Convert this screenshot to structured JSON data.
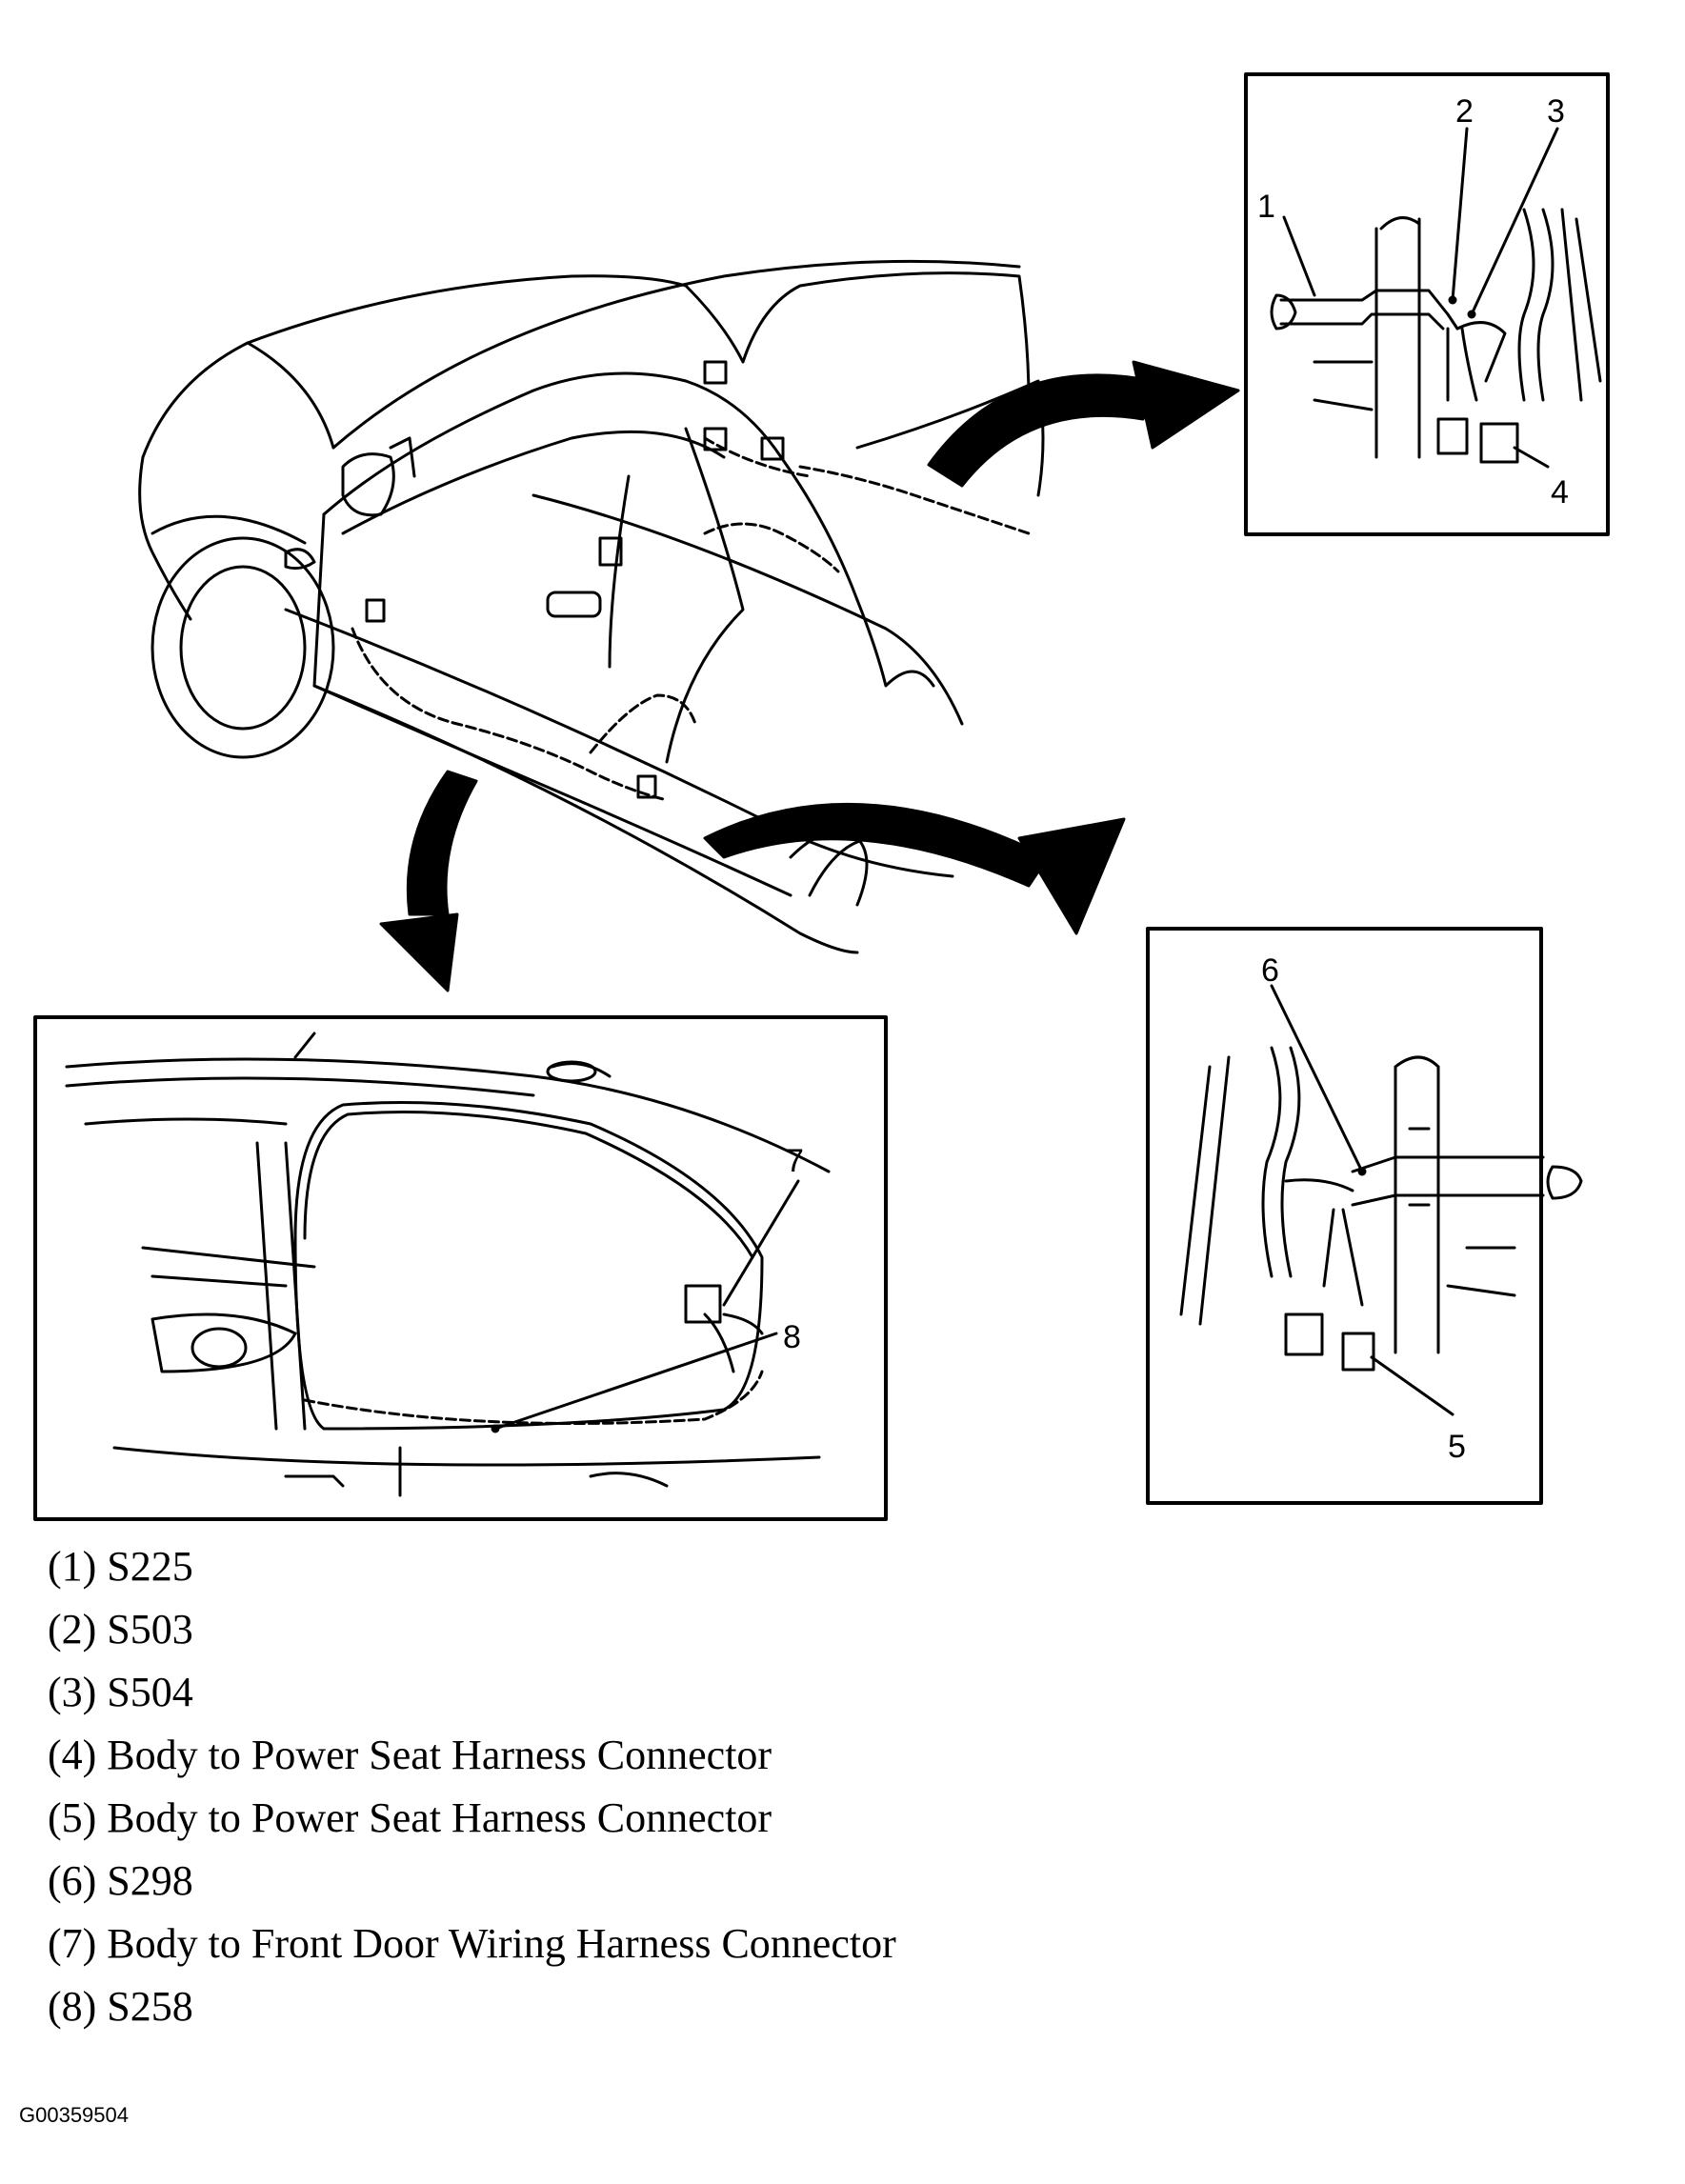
{
  "callouts": {
    "c1": "1",
    "c2": "2",
    "c3": "3",
    "c4": "4",
    "c5": "5",
    "c6": "6",
    "c7": "7",
    "c8": "8"
  },
  "legend": {
    "items": [
      "(1) S225",
      "(2) S503",
      "(3) S504",
      "(4) Body to Power Seat Harness Connector",
      "(5) Body to Power Seat Harness Connector",
      "(6) S298",
      "(7) Body to Front Door Wiring Harness Connector",
      "(8) S258"
    ]
  },
  "figure_id": "G00359504"
}
